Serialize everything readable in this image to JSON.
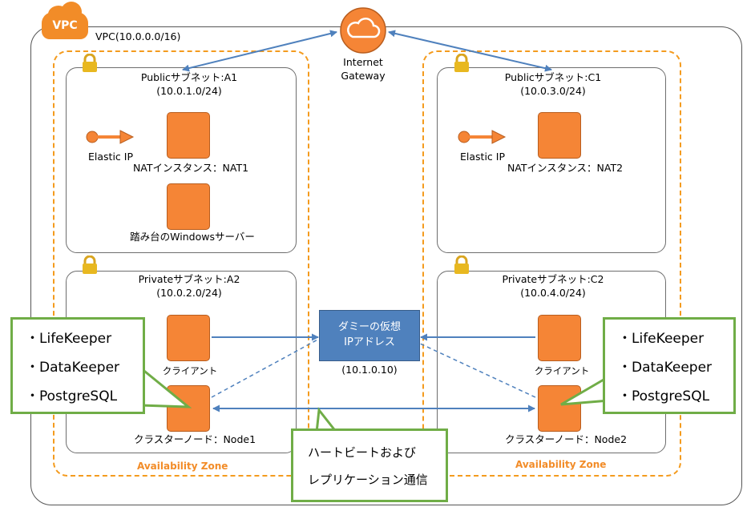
{
  "vpc": {
    "badge": "VPC",
    "label": "VPC(10.0.0.0/16)"
  },
  "internet_gateway": {
    "line1": "Internet",
    "line2": "Gateway"
  },
  "availability_zone_label": "Availability Zone",
  "subnet_a1": {
    "title": "Publicサブネット:A1",
    "cidr": "(10.0.1.0/24)",
    "eip": "Elastic IP",
    "nat": "NATインスタンス：NAT1",
    "bastion": "踏み台のWindowsサーバー"
  },
  "subnet_c1": {
    "title": "Publicサブネット:C1",
    "cidr": "(10.0.3.0/24)",
    "eip": "Elastic IP",
    "nat": "NATインスタンス：NAT2"
  },
  "subnet_a2": {
    "title": "Privateサブネット:A2",
    "cidr": "(10.0.2.0/24)",
    "client": "クライアント",
    "node": "クラスターノード：Node1"
  },
  "subnet_c2": {
    "title": "Privateサブネット:C2",
    "cidr": "(10.0.4.0/24)",
    "client": "クライアント",
    "node": "クラスターノード：Node2"
  },
  "virtual_ip": {
    "line1": "ダミーの仮想",
    "line2": "IPアドレス",
    "address": "(10.1.0.10)"
  },
  "callout_left": {
    "items": [
      "・LifeKeeper",
      "・DataKeeper",
      "・PostgreSQL"
    ]
  },
  "callout_right": {
    "items": [
      "・LifeKeeper",
      "・DataKeeper",
      "・PostgreSQL"
    ]
  },
  "heartbeat": {
    "line1": "ハートビートおよび",
    "line2": "レプリケーション通信"
  },
  "colors": {
    "aws_orange": "#f58536",
    "az_dash": "#f49b1e",
    "link_blue": "#4f81bd",
    "callout_green": "#70ad47"
  }
}
